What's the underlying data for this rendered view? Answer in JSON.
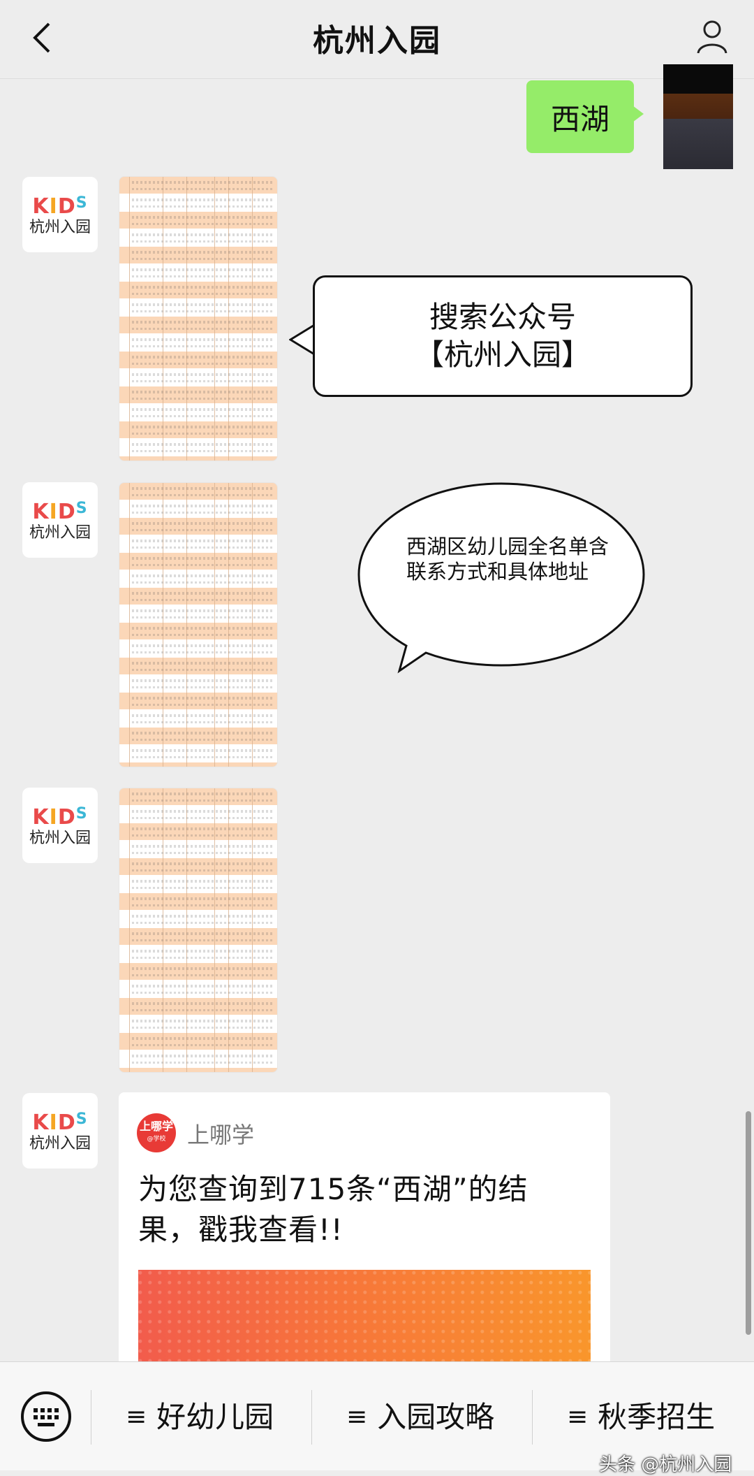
{
  "header": {
    "title": "杭州入园"
  },
  "outgoing": {
    "text": "西湖"
  },
  "avatar": {
    "logo": [
      "K",
      "I",
      "D",
      "S"
    ],
    "name": "杭州入园"
  },
  "callouts": {
    "rect": [
      "搜索公众号",
      "【杭州入园】"
    ],
    "oval": "西湖区幼儿园全名单含联系方式和具体地址"
  },
  "card": {
    "logo_main": "上哪学",
    "logo_sub": "@学校",
    "source": "上哪学",
    "title": "为您查询到715条“西湖”的结果，戳我查看!!"
  },
  "menu": {
    "items": [
      "好幼儿园",
      "入园攻略",
      "秋季招生"
    ],
    "lines_glyph": "≡"
  },
  "watermark": "头条 @杭州入园",
  "colors": {
    "outgoing_bubble": "#95ec69",
    "background": "#ededed",
    "kids_red": "#e94a4a",
    "kids_orange": "#f5a623",
    "kids_blue": "#3bb7d6"
  }
}
